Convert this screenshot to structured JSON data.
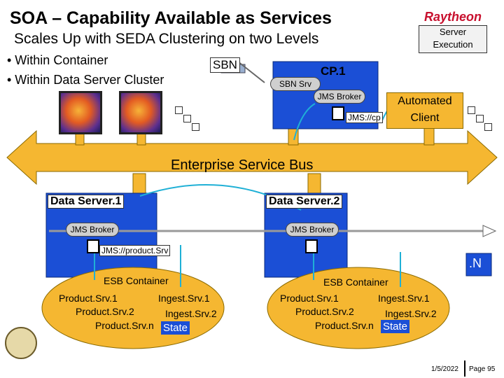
{
  "header": {
    "title": "SOA – Capability Available as Services",
    "subtitle": "Scales Up with SEDA Clustering on two Levels",
    "logo": "Raytheon"
  },
  "bullets": [
    "• Within Container",
    "• Within Data Server Cluster"
  ],
  "server_execution": [
    "Server",
    "Execution"
  ],
  "sbn": {
    "label": "SBN",
    "srv": "SBN Srv"
  },
  "cp1": {
    "title": "CP.1",
    "broker": "JMS Broker",
    "jms": "JMS://cp"
  },
  "client": [
    "Automated",
    "Client"
  ],
  "bus": "Enterprise Service Bus",
  "ds1": {
    "title": "Data Server.1",
    "broker": "JMS Broker",
    "jms": "JMS://product.Srv",
    "container": "ESB Container",
    "items_left": [
      "Product.Srv.1",
      "Product.Srv.2",
      "Product.Srv.n"
    ],
    "items_right": [
      "Ingest.Srv.1",
      "Ingest.Srv.2"
    ],
    "state": "State"
  },
  "ds2": {
    "title": "Data Server.2",
    "broker": "JMS Broker",
    "container": "ESB Container",
    "items_left": [
      "Product.Srv.1",
      "Product.Srv.2",
      "Product.Srv.n"
    ],
    "items_right": [
      "Ingest.Srv.1",
      "Ingest.Srv.2"
    ],
    "state": "State"
  },
  "dsn": ".N",
  "footer": {
    "date": "1/5/2022",
    "page": "Page 95"
  },
  "colors": {
    "bus": "#f5b731",
    "ellipse": "#f5b731",
    "box": "#1b4fd6",
    "accent_red": "#c8102e"
  }
}
